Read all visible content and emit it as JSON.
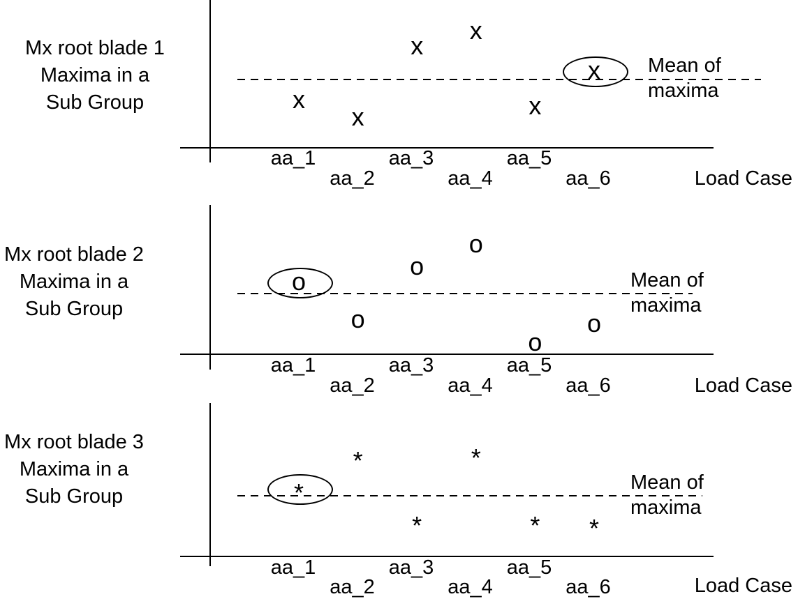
{
  "figure": {
    "background": "#ffffff",
    "text_color": "#000000"
  },
  "chart_data": [
    {
      "type": "scatter",
      "marker": "x",
      "title": "Mx root blade 1 Maxima in a Sub Group",
      "title_lines": [
        "Mx root blade 1",
        "Maxima in a",
        "Sub Group"
      ],
      "xlabel": "Load Case",
      "categories": [
        "aa_1",
        "aa_2",
        "aa_3",
        "aa_4",
        "aa_5",
        "aa_6"
      ],
      "values": [
        -30,
        -55,
        47,
        69,
        -39,
        12
      ],
      "value_units": "relative offset from mean-of-maxima line (0 = on the dashed mean line)",
      "mean_line": {
        "label_lines": [
          "Mean of",
          "maxima"
        ],
        "style": "dashed"
      },
      "circled_category": "aa_6",
      "circled_index": 5,
      "grid": false,
      "legend": false
    },
    {
      "type": "scatter",
      "marker": "o",
      "title": "Mx root blade 2 Maxima in a Sub Group",
      "title_lines": [
        "Mx root blade 2",
        "Maxima in a",
        "Sub Group"
      ],
      "xlabel": "Load Case",
      "categories": [
        "aa_1",
        "aa_2",
        "aa_3",
        "aa_4",
        "aa_5",
        "aa_6"
      ],
      "values": [
        16,
        -38,
        38,
        70,
        -71,
        -44
      ],
      "value_units": "relative offset from mean-of-maxima line (0 = on the dashed mean line)",
      "mean_line": {
        "label_lines": [
          "Mean of",
          "maxima"
        ],
        "style": "dashed"
      },
      "circled_category": "aa_1",
      "circled_index": 0,
      "grid": false,
      "legend": false
    },
    {
      "type": "scatter",
      "marker": "*",
      "title": "Mx root blade 3 Maxima in a Sub Group",
      "title_lines": [
        "Mx root blade 3",
        "Maxima in a",
        "Sub Group"
      ],
      "xlabel": "Load Case",
      "categories": [
        "aa_1",
        "aa_2",
        "aa_3",
        "aa_4",
        "aa_5",
        "aa_6"
      ],
      "values": [
        10,
        56,
        -37,
        60,
        -37,
        -41
      ],
      "value_units": "relative offset from mean-of-maxima line (0 = on the dashed mean line)",
      "mean_line": {
        "label_lines": [
          "Mean of",
          "maxima"
        ],
        "style": "dashed"
      },
      "circled_category": "aa_1",
      "circled_index": 0,
      "grid": false,
      "legend": false
    }
  ]
}
